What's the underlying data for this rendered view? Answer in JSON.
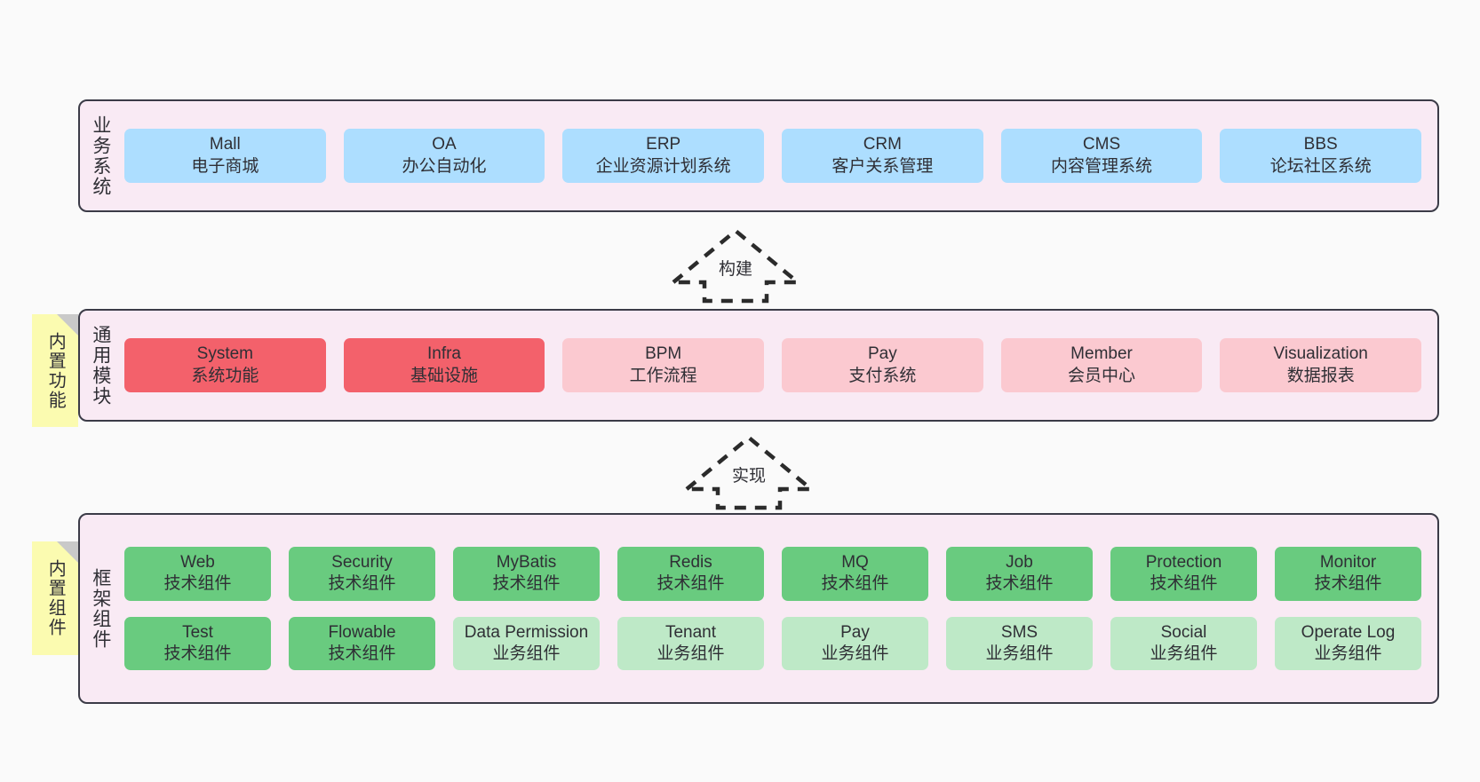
{
  "diagram": {
    "background_color": "#fafafa",
    "layer_background": "#f9eaf4",
    "layer_border": "#3b3b47",
    "note_color": "#fbfbb0"
  },
  "layers": [
    {
      "id": "business",
      "title": "业务系统",
      "rows": [
        {
          "nodes": [
            {
              "name": "Mall",
              "sub": "电子商城",
              "color": "#addeff",
              "variant": "c-blue"
            },
            {
              "name": "OA",
              "sub": "办公自动化",
              "color": "#addeff",
              "variant": "c-blue"
            },
            {
              "name": "ERP",
              "sub": "企业资源计划系统",
              "color": "#addeff",
              "variant": "c-blue"
            },
            {
              "name": "CRM",
              "sub": "客户关系管理",
              "color": "#addeff",
              "variant": "c-blue"
            },
            {
              "name": "CMS",
              "sub": "内容管理系统",
              "color": "#addeff",
              "variant": "c-blue"
            },
            {
              "name": "BBS",
              "sub": "论坛社区系统",
              "color": "#addeff",
              "variant": "c-blue"
            }
          ]
        }
      ]
    },
    {
      "id": "modules",
      "title": "通用模块",
      "rows": [
        {
          "nodes": [
            {
              "name": "System",
              "sub": "系统功能",
              "color": "#f3616b",
              "variant": "c-red"
            },
            {
              "name": "Infra",
              "sub": "基础设施",
              "color": "#f3616b",
              "variant": "c-red"
            },
            {
              "name": "BPM",
              "sub": "工作流程",
              "color": "#fbc9d0",
              "variant": "c-pink"
            },
            {
              "name": "Pay",
              "sub": "支付系统",
              "color": "#fbc9d0",
              "variant": "c-pink"
            },
            {
              "name": "Member",
              "sub": "会员中心",
              "color": "#fbc9d0",
              "variant": "c-pink"
            },
            {
              "name": "Visualization",
              "sub": "数据报表",
              "color": "#fbc9d0",
              "variant": "c-pink"
            }
          ]
        }
      ]
    },
    {
      "id": "framework",
      "title": "框架组件",
      "rows": [
        {
          "nodes": [
            {
              "name": "Web",
              "sub": "技术组件",
              "color": "#69cb7f",
              "variant": "c-green"
            },
            {
              "name": "Security",
              "sub": "技术组件",
              "color": "#69cb7f",
              "variant": "c-green"
            },
            {
              "name": "MyBatis",
              "sub": "技术组件",
              "color": "#69cb7f",
              "variant": "c-green"
            },
            {
              "name": "Redis",
              "sub": "技术组件",
              "color": "#69cb7f",
              "variant": "c-green"
            },
            {
              "name": "MQ",
              "sub": "技术组件",
              "color": "#69cb7f",
              "variant": "c-green"
            },
            {
              "name": "Job",
              "sub": "技术组件",
              "color": "#69cb7f",
              "variant": "c-green"
            },
            {
              "name": "Protection",
              "sub": "技术组件",
              "color": "#69cb7f",
              "variant": "c-green"
            },
            {
              "name": "Monitor",
              "sub": "技术组件",
              "color": "#69cb7f",
              "variant": "c-green"
            }
          ]
        },
        {
          "nodes": [
            {
              "name": "Test",
              "sub": "技术组件",
              "color": "#69cb7f",
              "variant": "c-green"
            },
            {
              "name": "Flowable",
              "sub": "技术组件",
              "color": "#69cb7f",
              "variant": "c-green"
            },
            {
              "name": "Data Permission",
              "sub": "业务组件",
              "color": "#bee9c7",
              "variant": "c-green-light"
            },
            {
              "name": "Tenant",
              "sub": "业务组件",
              "color": "#bee9c7",
              "variant": "c-green-light"
            },
            {
              "name": "Pay",
              "sub": "业务组件",
              "color": "#bee9c7",
              "variant": "c-green-light"
            },
            {
              "name": "SMS",
              "sub": "业务组件",
              "color": "#bee9c7",
              "variant": "c-green-light"
            },
            {
              "name": "Social",
              "sub": "业务组件",
              "color": "#bee9c7",
              "variant": "c-green-light"
            },
            {
              "name": "Operate Log",
              "sub": "业务组件",
              "color": "#bee9c7",
              "variant": "c-green-light"
            }
          ]
        }
      ]
    }
  ],
  "notes": [
    {
      "id": "builtin-features",
      "label": "内置功能"
    },
    {
      "id": "builtin-components",
      "label": "内置组件"
    }
  ],
  "arrows": [
    {
      "id": "build",
      "label": "构建",
      "direction": "up",
      "style": "dashed-hollow"
    },
    {
      "id": "impl",
      "label": "实现",
      "direction": "up",
      "style": "dashed-hollow"
    }
  ]
}
